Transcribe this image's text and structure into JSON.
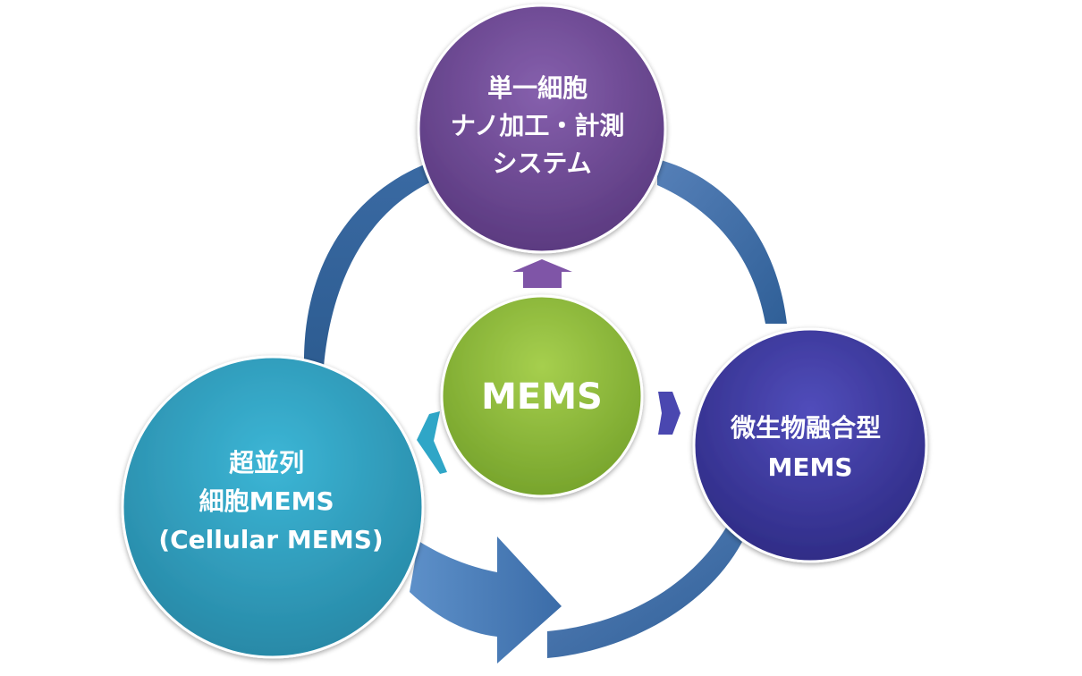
{
  "nodes": {
    "top": {
      "lines": [
        "単一細胞",
        "ナノ加工・計測",
        "システム"
      ]
    },
    "center": {
      "lines": [
        "MEMS"
      ]
    },
    "right": {
      "lines": [
        "微生物融合型",
        "MEMS"
      ]
    },
    "left": {
      "lines": [
        "超並列",
        "細胞MEMS",
        "(Cellular MEMS)"
      ]
    }
  },
  "colors": {
    "top": "#6e4a94",
    "center": "#8fbd3a",
    "right": "#3d3a9c",
    "left": "#2f9fc0",
    "cycle_arrow": "#4474ae"
  }
}
